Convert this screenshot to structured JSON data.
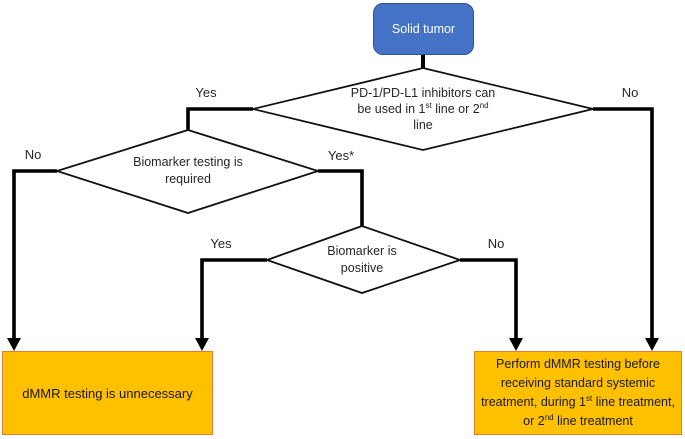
{
  "palette": {
    "start_fill": "#4472C4",
    "start_border": "#2F528F",
    "start_text": "#FFFFFF",
    "result_fill": "#FFC000",
    "result_border": "#ED7D31",
    "line_color": "#000000",
    "text_color": "#262626"
  },
  "start": {
    "label": "Solid tumor"
  },
  "decisions": {
    "pd1": {
      "line1": "PD-1/PD-L1 inhibitors can",
      "line2_a": "be used in 1",
      "line2_sup_a": "st",
      "line2_b": " line or 2",
      "line2_sup_b": "nd",
      "line3": "line",
      "yes": "Yes",
      "no": "No"
    },
    "biomarker_required": {
      "line1": "Biomarker testing is",
      "line2": "required",
      "no": "No",
      "yes": "Yes*"
    },
    "biomarker_positive": {
      "line1": "Biomarker is",
      "line2": "positive",
      "yes": "Yes",
      "no": "No"
    }
  },
  "results": {
    "unnecessary": "dMMR testing is unnecessary",
    "perform_a": "Perform dMMR testing before receiving standard systemic treatment, during 1",
    "perform_sup_a": "st",
    "perform_b": " line treatment, or 2",
    "perform_sup_b": "nd",
    "perform_c": " line treatment"
  }
}
